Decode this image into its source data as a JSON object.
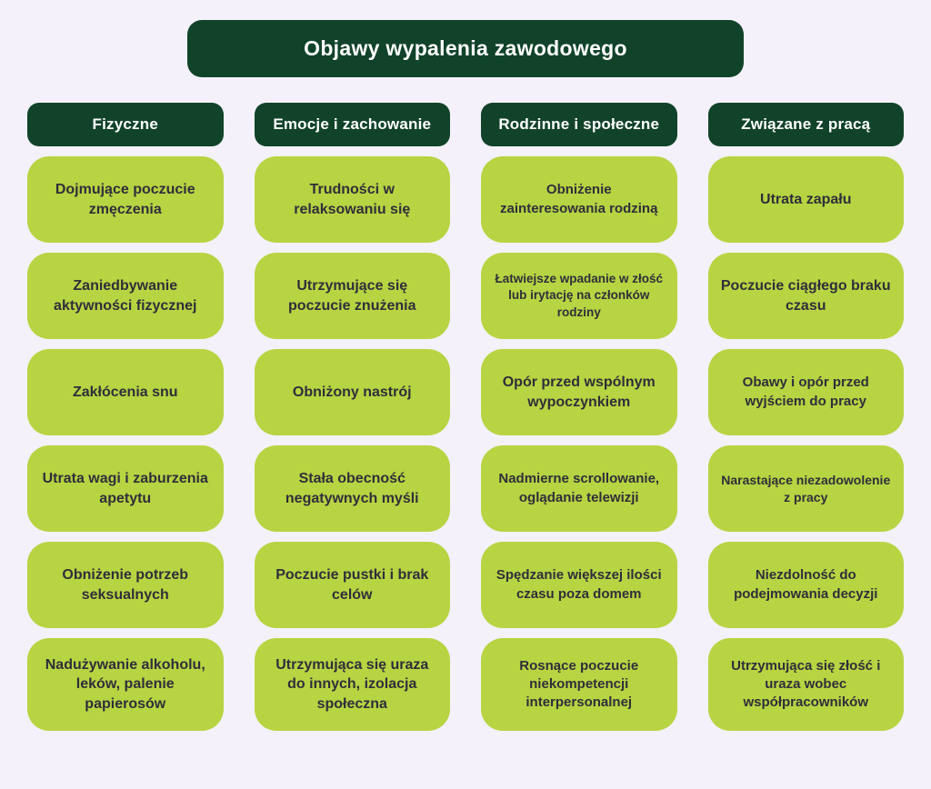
{
  "title": "Objawy wypalenia zawodowego",
  "colors": {
    "background": "#f4f1fa",
    "dark_green": "#11432a",
    "card_green": "#b7d442",
    "title_text": "#ffffff",
    "card_text": "#302e3a"
  },
  "columns": [
    {
      "header": "Fizyczne",
      "items": [
        "Dojmujące poczucie zmęczenia",
        "Zaniedbywanie aktywności fizycznej",
        "Zakłócenia snu",
        "Utrata wagi i zaburzenia apetytu",
        "Obniżenie potrzeb seksualnych",
        "Nadużywanie alkoholu, leków, palenie papierosów"
      ]
    },
    {
      "header": "Emocje i zachowanie",
      "items": [
        "Trudności w relaksowaniu się",
        "Utrzymujące się poczucie znużenia",
        "Obniżony nastrój",
        "Stała obecność negatywnych myśli",
        "Poczucie pustki i brak celów",
        "Utrzymująca się uraza do innych, izolacja społeczna"
      ]
    },
    {
      "header": "Rodzinne i społeczne",
      "items": [
        "Obniżenie zainteresowania rodziną",
        "Łatwiejsze wpadanie w złość lub irytację na członków rodziny",
        "Opór przed wspólnym wypoczynkiem",
        "Nadmierne scrollowanie, oglądanie telewizji",
        "Spędzanie większej ilości czasu poza domem",
        "Rosnące poczucie niekompetencji interpersonalnej"
      ]
    },
    {
      "header": "Związane z pracą",
      "items": [
        "Utrata zapału",
        "Poczucie ciągłego braku czasu",
        "Obawy i opór przed wyjściem do pracy",
        "Narastające niezadowolenie z pracy",
        "Niezdolność do podejmowania decyzji",
        "Utrzymująca się złość i uraza wobec współpracowników"
      ]
    }
  ]
}
